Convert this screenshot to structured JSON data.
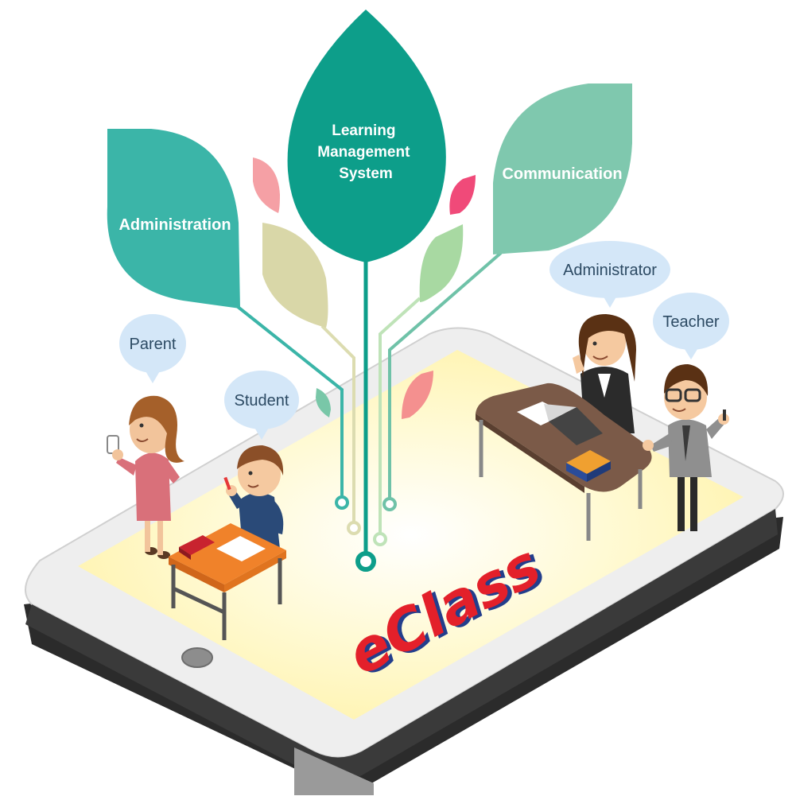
{
  "branches": {
    "lms": "Learning\nManagement\nSystem",
    "administration": "Administration",
    "communication": "Communication"
  },
  "roles": {
    "parent": "Parent",
    "student": "Student",
    "administrator": "Administrator",
    "teacher": "Teacher"
  },
  "logo": {
    "text": "eClass"
  },
  "colors": {
    "lms_leaf": "#0d9e8a",
    "administration_leaf": "#3bb5a8",
    "communication_leaf": "#7fc8ae",
    "tablet_frame": "#eeeeee",
    "tablet_screen": "#fff6b8",
    "speech_bubble": "#d4e7f8",
    "logo_red": "#e3202a",
    "logo_blue": "#233e8c"
  }
}
